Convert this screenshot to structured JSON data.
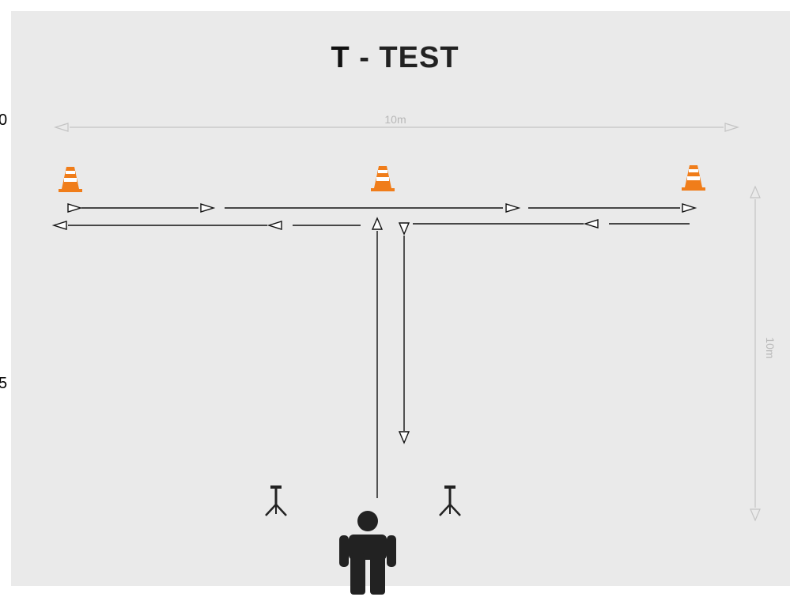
{
  "title": {
    "letter": "T",
    "rest": " - TEST"
  },
  "dimensions": {
    "horizontal": "10m",
    "vertical": "10m"
  },
  "edge_numbers": {
    "top": "0",
    "middle": "5"
  },
  "colors": {
    "background": "#eaeaea",
    "cone": "#f07d1a",
    "dimension_line": "#c4c4c4",
    "path_line": "#111111",
    "person": "#222222"
  },
  "icons": {
    "cones": [
      "traffic-cone-icon",
      "traffic-cone-icon",
      "traffic-cone-icon"
    ],
    "gates": [
      "timing-gate-icon",
      "timing-gate-icon"
    ],
    "athlete": "person-icon"
  }
}
